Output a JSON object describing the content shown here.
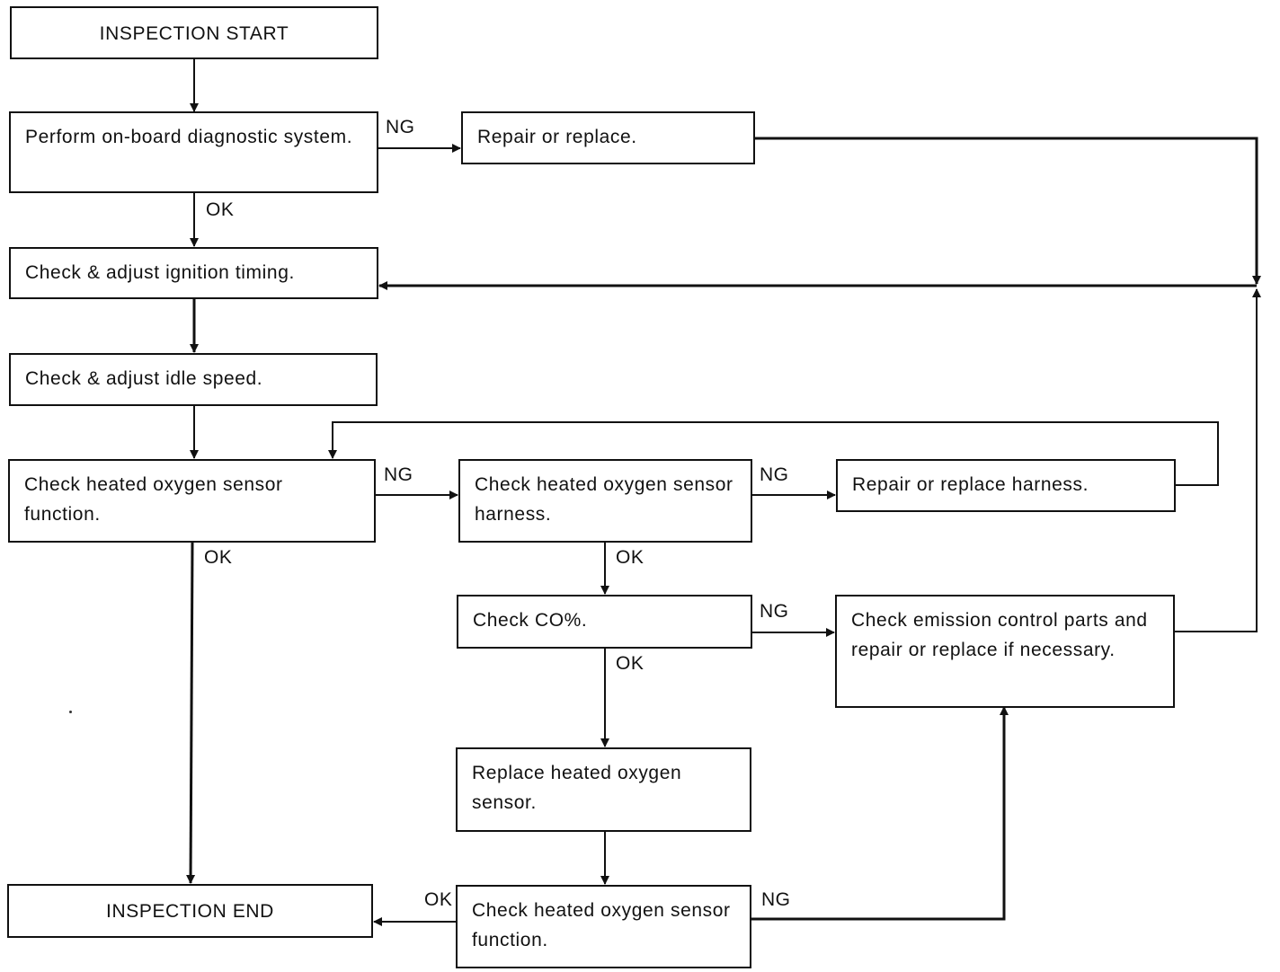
{
  "nodes": {
    "start": "INSPECTION START",
    "onboard": "Perform on-board diagnostic system.",
    "repair1": "Repair or replace.",
    "ignition": "Check & adjust ignition timing.",
    "idle": "Check & adjust idle speed.",
    "hos_func": "Check heated oxygen sensor function.",
    "hos_harness": "Check heated oxygen sensor harness.",
    "repair_harness": "Repair or replace harness.",
    "co": "Check CO%.",
    "emission": "Check emission control parts and repair or replace if necessary.",
    "replace_hos": "Replace heated oxygen sensor.",
    "hos_func2": "Check heated oxygen sensor function.",
    "end": "INSPECTION END"
  },
  "labels": {
    "ng1": "NG",
    "ok1": "OK",
    "ng2": "NG",
    "ok2": "OK",
    "ng3": "NG",
    "ok3": "OK",
    "ng4": "NG",
    "ok4": "OK",
    "ok5": "OK",
    "ng5": "NG"
  }
}
